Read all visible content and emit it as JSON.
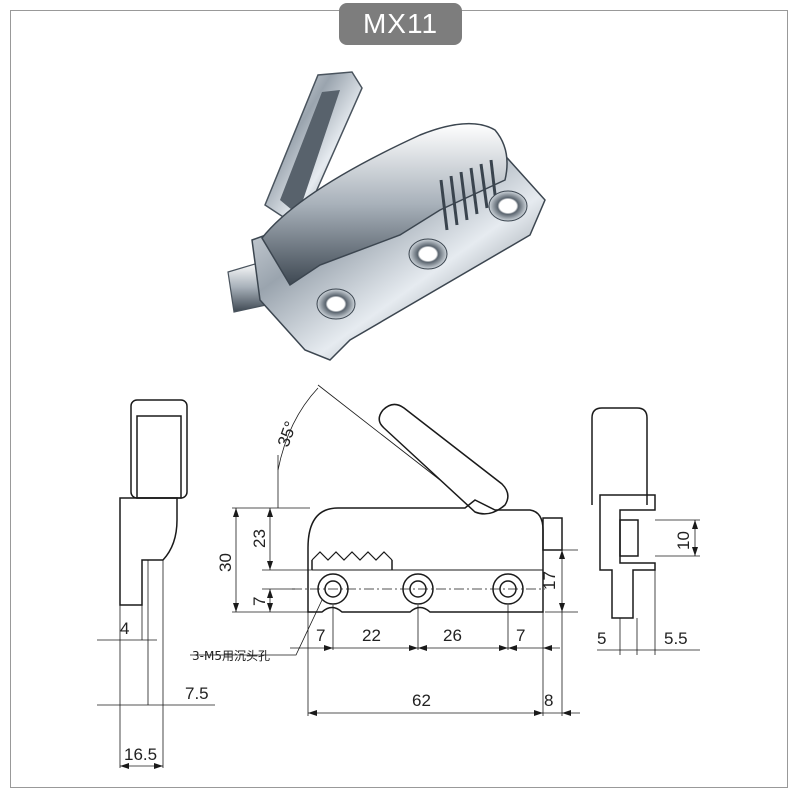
{
  "title": "MX11",
  "colors": {
    "badge": "#7d7d7d",
    "line": "#1a1a1a",
    "chrome_dark": "#3c4650",
    "chrome_light": "#eef2f6"
  },
  "dimensions": {
    "left_4": "4",
    "left_7_5": "7.5",
    "left_16_5": "16.5",
    "angle": "35°",
    "height_30": "30",
    "height_23": "23",
    "height_7": "7",
    "height_17": "17",
    "pitch_7a": "7",
    "pitch_22": "22",
    "pitch_26": "26",
    "pitch_7b": "7",
    "length_62": "62",
    "length_8": "8",
    "right_10": "10",
    "right_5": "5",
    "right_5_5": "5.5"
  },
  "hole_note": "3-M5用沉头孔"
}
